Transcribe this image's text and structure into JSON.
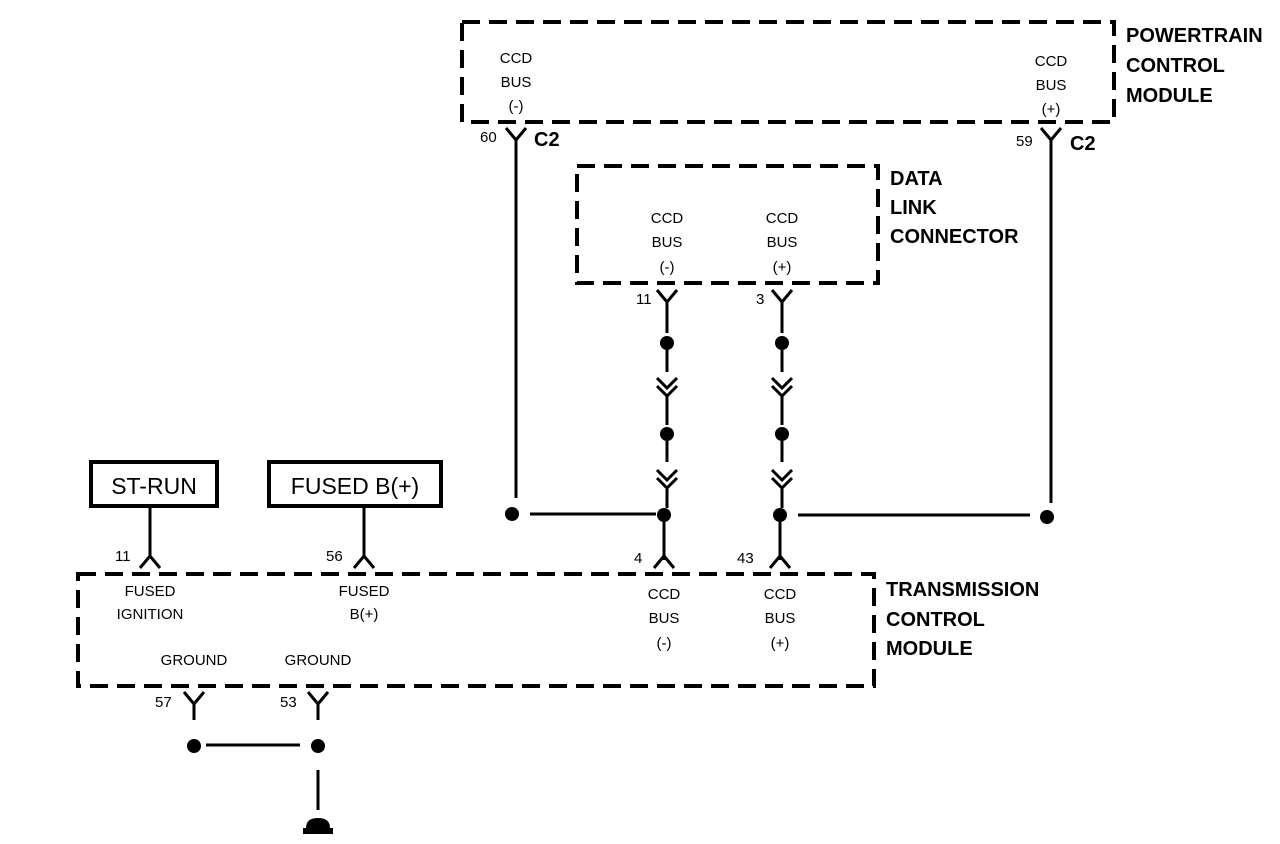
{
  "modules": {
    "pcm": {
      "name_lines": [
        "POWERTRAIN",
        "CONTROL",
        "MODULE"
      ],
      "neg": {
        "lines": [
          "CCD",
          "BUS",
          "(-)"
        ],
        "pin": "60",
        "connector": "C2"
      },
      "pos": {
        "lines": [
          "CCD",
          "BUS",
          "(+)"
        ],
        "pin": "59",
        "connector": "C2"
      }
    },
    "dlc": {
      "name_lines": [
        "DATA",
        "LINK",
        "CONNECTOR"
      ],
      "neg": {
        "lines": [
          "CCD",
          "BUS",
          "(-)"
        ],
        "pin": "11"
      },
      "pos": {
        "lines": [
          "CCD",
          "BUS",
          "(+)"
        ],
        "pin": "3"
      }
    },
    "tcm": {
      "name_lines": [
        "TRANSMISSION",
        "CONTROL",
        "MODULE"
      ],
      "fused_ignition": {
        "lines": [
          "FUSED",
          "IGNITION"
        ],
        "pin": "11"
      },
      "fused_b": {
        "lines": [
          "FUSED",
          "B(+)"
        ],
        "pin": "56"
      },
      "ccd_neg": {
        "lines": [
          "CCD",
          "BUS",
          "(-)"
        ],
        "pin": "4"
      },
      "ccd_pos": {
        "lines": [
          "CCD",
          "BUS",
          "(+)"
        ],
        "pin": "43"
      },
      "ground_1": {
        "label": "GROUND",
        "pin": "57"
      },
      "ground_2": {
        "label": "GROUND",
        "pin": "53"
      }
    }
  },
  "sources": {
    "st_run": "ST-RUN",
    "fused_b": "FUSED B(+)"
  }
}
